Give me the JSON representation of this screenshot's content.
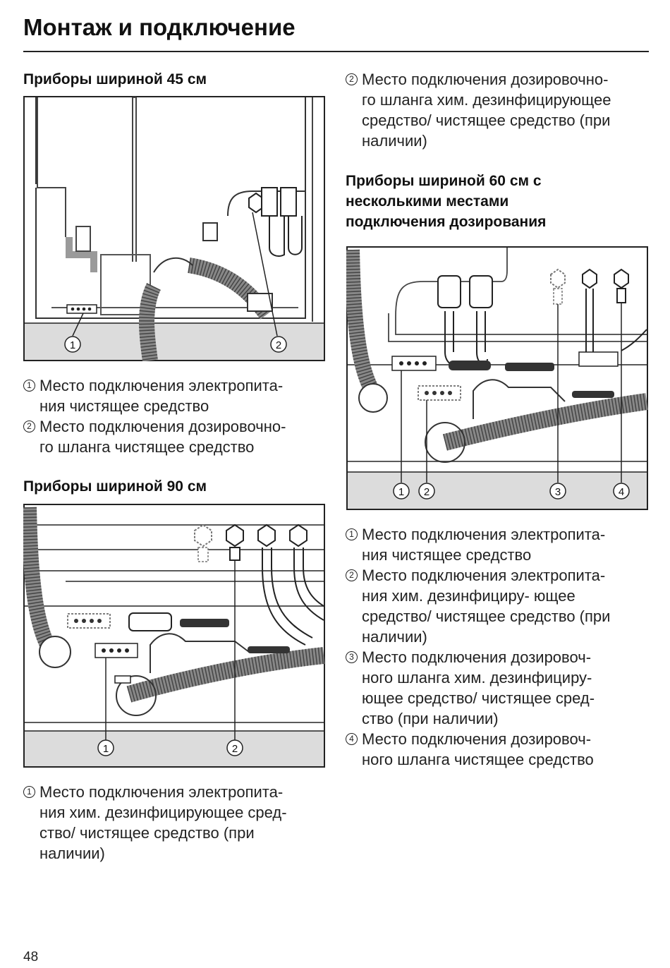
{
  "header": {
    "title": "Монтаж и подключение"
  },
  "left": {
    "heading_45": "Приборы шириной 45 см",
    "caption_45": [
      {
        "num": "1",
        "lines": [
          "Место подключения электропита-",
          "ния чистящее средство"
        ]
      },
      {
        "num": "2",
        "lines": [
          "Место подключения дозировочно-",
          "го шланга чистящее средство"
        ]
      }
    ],
    "figure_45_labels": [
      "1",
      "2"
    ],
    "heading_90": "Приборы шириной 90 см",
    "figure_90_labels": [
      "1",
      "2"
    ],
    "caption_90": [
      {
        "num": "1",
        "lines": [
          "Место подключения электропита-",
          "ния хим. дезинфицирующее сред-",
          "ство/ чистящее средство (при",
          "наличии)"
        ]
      }
    ]
  },
  "right": {
    "caption_top": [
      {
        "num": "2",
        "lines": [
          "Место подключения дозировочно-",
          "го шланга хим. дезинфицирующее",
          "средство/ чистящее средство (при",
          "наличии)"
        ]
      }
    ],
    "heading_60": [
      "Приборы шириной 60 см с",
      "несколькими местами",
      "подключения дозирования"
    ],
    "figure_60_labels": [
      "1",
      "2",
      "3",
      "4"
    ],
    "caption_60": [
      {
        "num": "1",
        "lines": [
          "Место подключения электропита-",
          "ния чистящее средство"
        ]
      },
      {
        "num": "2",
        "lines": [
          "Место подключения  электропита-",
          "ния хим. дезинфициру- ющее",
          "средство/ чистящее средство (при",
          "наличии)"
        ]
      },
      {
        "num": "3",
        "lines": [
          "Место подключения дозировоч-",
          "ного шланга хим. дезинфициру-",
          "ющее средство/ чистящее сред-",
          "ство (при наличии)"
        ]
      },
      {
        "num": "4",
        "lines": [
          "Место подключения дозировоч-",
          "ного шланга чистящее средство"
        ]
      }
    ]
  },
  "footer": {
    "page_number": "48"
  }
}
